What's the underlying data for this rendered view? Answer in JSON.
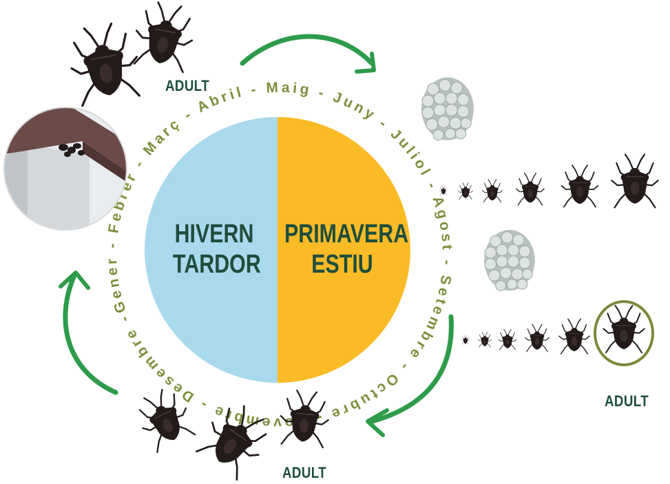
{
  "colors": {
    "left_half": "#a9d9ec",
    "right_half": "#fbbb26",
    "season_text": "#1e4d3c",
    "month_text": "#7c8f3c",
    "arrow": "#2e9b4a",
    "adult_ring": "#7a8a3a",
    "bug_body": "#231a1a",
    "egg": "#cfd6d2"
  },
  "seasons": {
    "left_line1": "HIVERN",
    "left_line2": "TARDOR",
    "right_line1": "PRIMAVERA",
    "right_line2": "ESTIU"
  },
  "months_text": "Gener - Febrer - Març - Abril - Maig - Juny - Juliol - Agost - Setembre - Octubre - Novembre - Desembre -",
  "labels": {
    "adult_top": "ADULT",
    "adult_right": "ADULT",
    "adult_bottom": "ADULT"
  },
  "icons": {
    "shelter": "roof-corner-shelter-icon",
    "bug": "stink-bug-icon",
    "eggs": "egg-cluster-icon",
    "arrow": "curved-arrow-icon"
  }
}
